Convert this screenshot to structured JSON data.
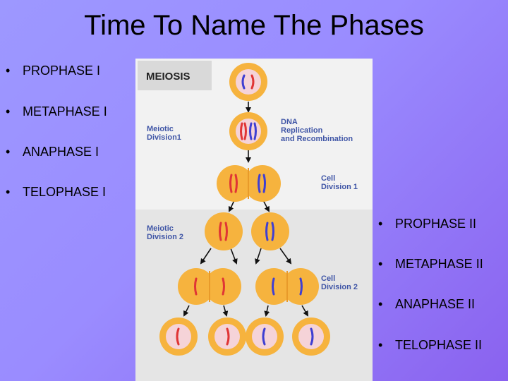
{
  "title": "Time To Name The Phases",
  "left_phases": [
    "PROPHASE I",
    "METAPHASE I",
    "ANAPHASE I",
    "TELOPHASE I"
  ],
  "right_phases": [
    "PROPHASE II",
    "METAPHASE II",
    "ANAPHASE II",
    "TELOPHASE II"
  ],
  "diagram": {
    "heading": "MEIOSIS",
    "meiotic_division_1": [
      "Meiotic",
      "Division1"
    ],
    "dna_replication": [
      "DNA",
      "Replication",
      "and Recombination"
    ],
    "cell_division_1": [
      "Cell",
      "Division 1"
    ],
    "meiotic_division_2": [
      "Meiotic",
      "Division 2"
    ],
    "cell_division_2": [
      "Cell",
      "Division 2"
    ],
    "colors": {
      "label_blue": "#3f55a6",
      "heading_text": "#222222",
      "cell_fill": "#f6b33e",
      "cell_nucleus": "#f5d3d8",
      "chromosome_red": "#e03535",
      "chromosome_blue": "#3f3fd2"
    }
  }
}
